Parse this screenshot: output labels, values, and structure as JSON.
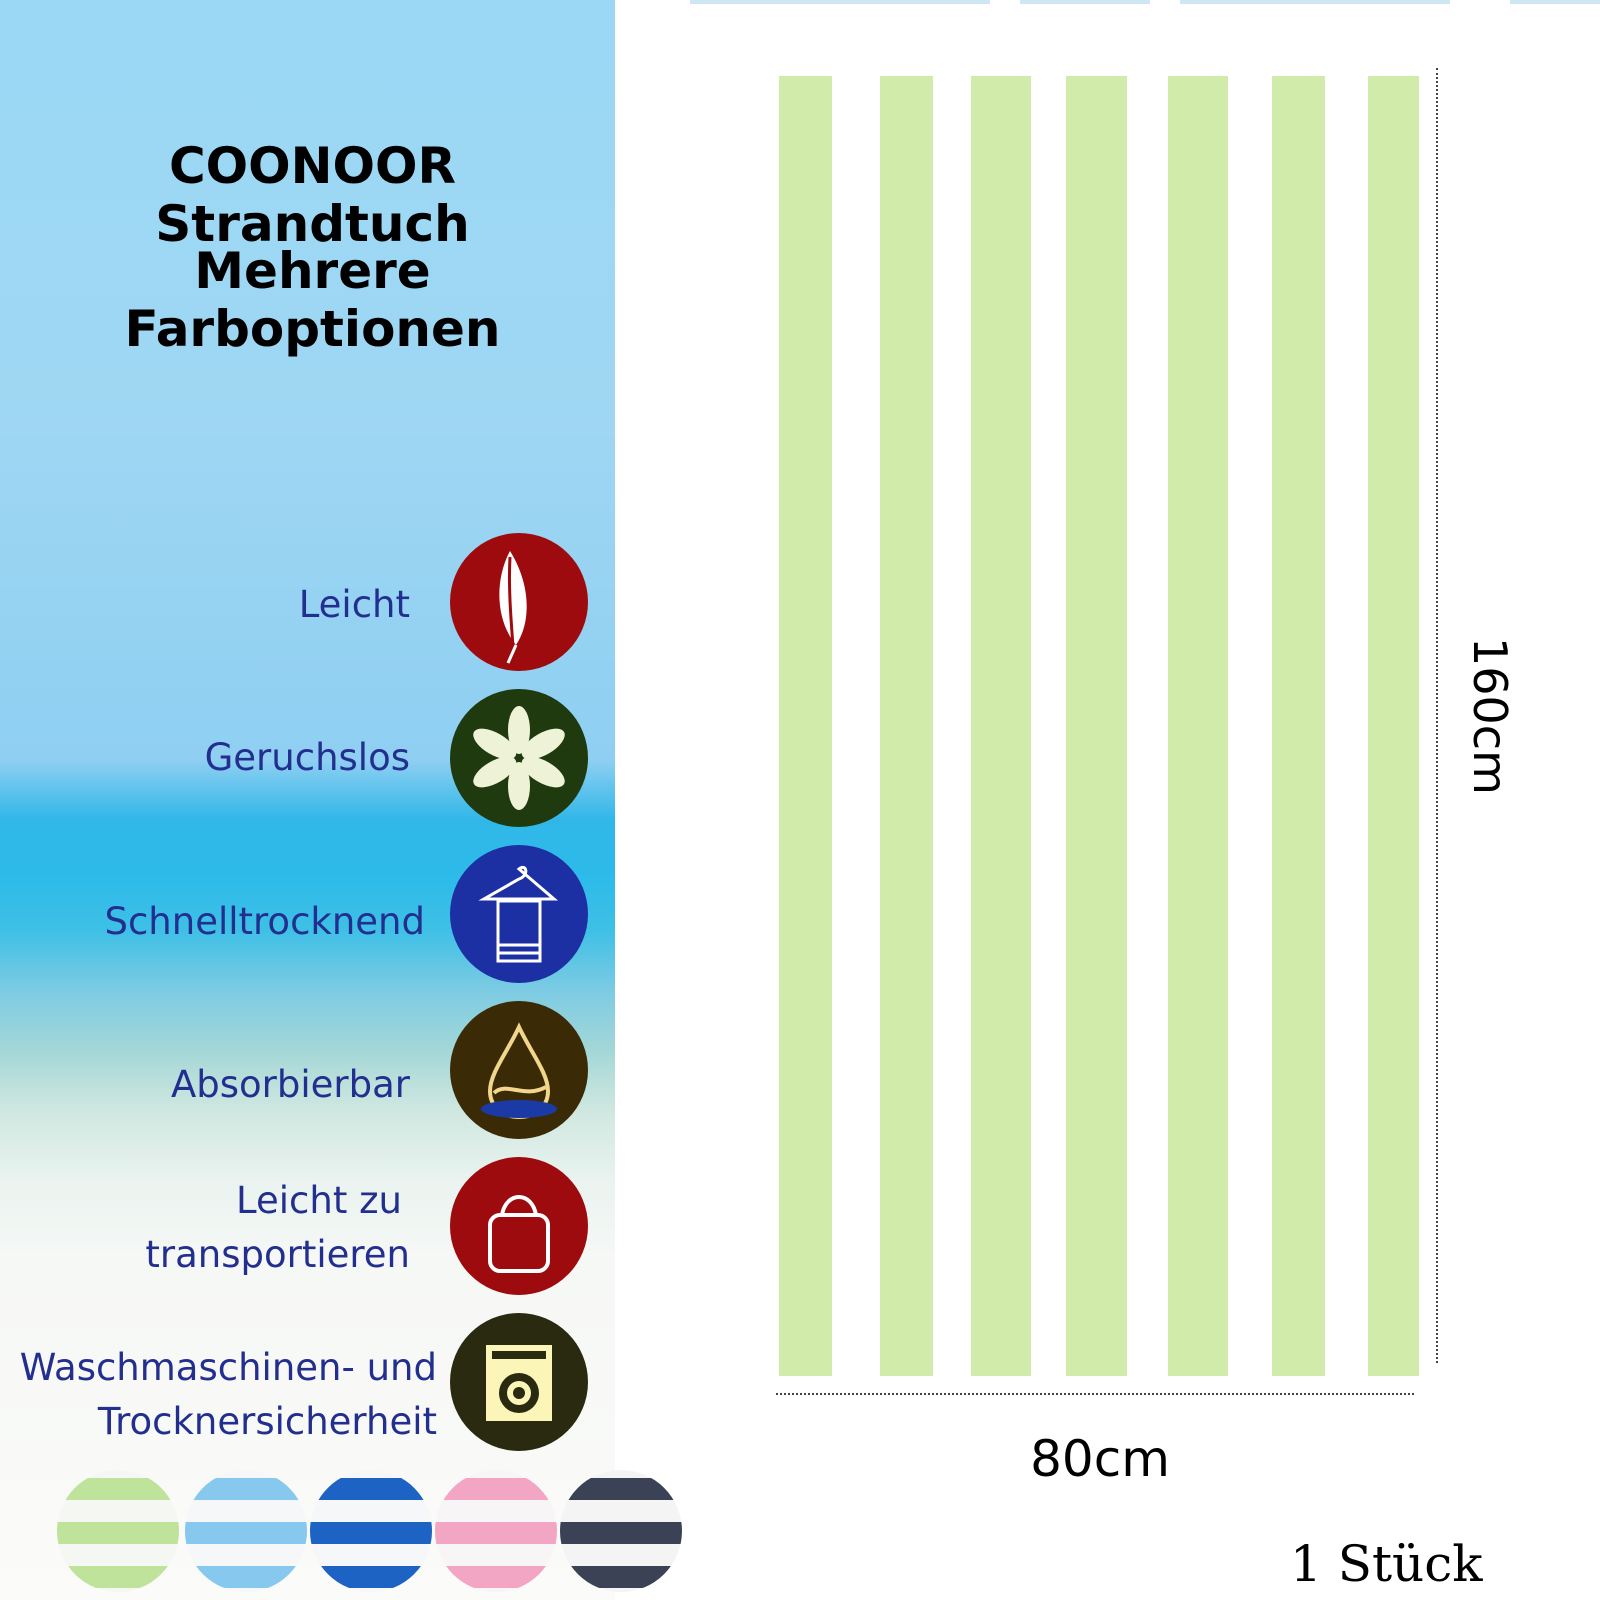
{
  "title": "COONOOR Strandtuch",
  "subtitle": "Mehrere Farboptionen",
  "features": [
    {
      "label": "Leicht",
      "icon": "feather-icon",
      "color": "#9e0b0f"
    },
    {
      "label": "Geruchslos",
      "icon": "flower-icon",
      "color": "#1f3a0f"
    },
    {
      "label": "Schnelltrocknend",
      "icon": "towel-hanger-icon",
      "color": "#1c2fa3"
    },
    {
      "label": "Absorbierbar",
      "icon": "water-drop-icon",
      "color": "#3a2a05"
    },
    {
      "label": "Leicht zu transportieren",
      "label_lines": [
        "Leicht zu",
        "transportieren"
      ],
      "icon": "bag-icon",
      "color": "#9e0b0f"
    },
    {
      "label": "Waschmaschinen- und Trocknersicherheit",
      "label_lines": [
        "Waschmaschinen- und",
        "Trocknersicherheit"
      ],
      "icon": "washing-machine-icon",
      "color": "#2a2a10"
    }
  ],
  "color_options": [
    {
      "name": "green",
      "stripe": "#bfe39a"
    },
    {
      "name": "light-blue",
      "stripe": "#87c8ee"
    },
    {
      "name": "blue",
      "stripe": "#1d63c4"
    },
    {
      "name": "pink",
      "stripe": "#f2a6c3"
    },
    {
      "name": "dark-grey",
      "stripe": "#3c4255"
    }
  ],
  "towel": {
    "stripe_color": "#d1ecaa",
    "stripe_count": 7
  },
  "dimensions": {
    "height": "160cm",
    "width": "80cm"
  },
  "quantity": "1 Stück"
}
